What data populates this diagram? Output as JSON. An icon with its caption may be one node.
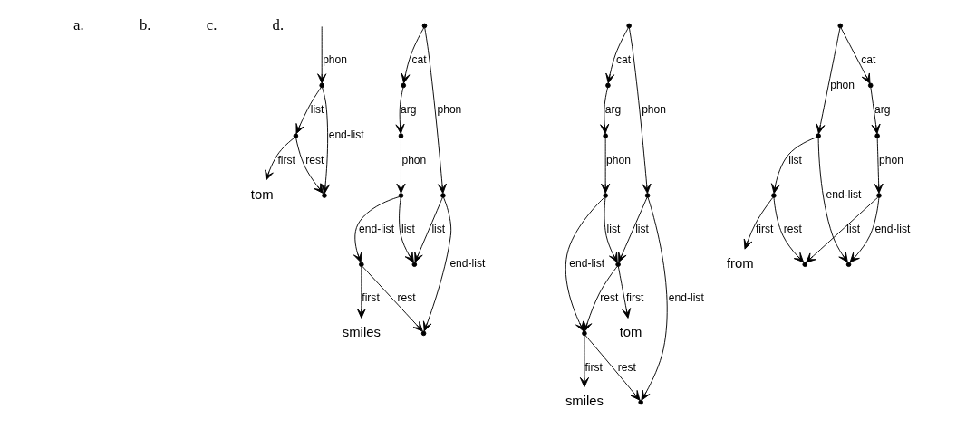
{
  "diagram": {
    "nodes": [
      {
        "text": [],
        "shape": "point"
      },
      {
        "text": [],
        "shape": "point"
      },
      {
        "text": [],
        "shape": "point"
      },
      {
        "text": [
          "tom"
        ]
      },
      {
        "text": [],
        "shape": "point"
      },
      {
        "text": [],
        "shape": "point"
      },
      {
        "text": [],
        "shape": "point"
      },
      {
        "text": [],
        "shape": "point"
      },
      {
        "text": [],
        "shape": "point"
      },
      {
        "text": [],
        "shape": "point"
      },
      {
        "text": [],
        "shape": "point"
      },
      {
        "text": [],
        "shape": "point"
      },
      {
        "text": [
          "smiles"
        ]
      },
      {
        "text": [],
        "shape": "point"
      },
      {
        "text": [],
        "shape": "point"
      },
      {
        "text": [],
        "shape": "point"
      },
      {
        "text": [],
        "shape": "point"
      },
      {
        "text": [],
        "shape": "point"
      },
      {
        "text": [],
        "shape": "point"
      },
      {
        "text": [
          "tom"
        ]
      },
      {
        "text": [],
        "shape": "point"
      },
      {
        "text": [],
        "shape": "point"
      },
      {
        "text": [
          "smiles"
        ]
      },
      {
        "text": [],
        "shape": "point"
      },
      {
        "text": [],
        "shape": "point"
      },
      {
        "text": [],
        "shape": "point"
      },
      {
        "text": [],
        "shape": "point"
      },
      {
        "text": [],
        "shape": "point"
      },
      {
        "text": [],
        "shape": "point"
      },
      {
        "text": [],
        "shape": "point"
      },
      {
        "text": [],
        "shape": "point"
      },
      {
        "text": [
          "from"
        ]
      }
    ],
    "edges": [
      {
        "from": null,
        "to": 0,
        "arrow": "to",
        "label": "phon"
      },
      {
        "from": 0,
        "to": 1,
        "arrow": "to",
        "label": "list"
      },
      {
        "from": 0,
        "to": 2,
        "arrow": "to",
        "label": "end-list"
      },
      {
        "from": 1,
        "to": 2,
        "arrow": "to",
        "label": "rest"
      },
      {
        "from": 1,
        "to": 3,
        "arrow": "to",
        "label": "first"
      },
      {
        "from": 4,
        "to": 5,
        "arrow": "to",
        "label": "cat"
      },
      {
        "from": 5,
        "to": 6,
        "arrow": "to",
        "label": "arg"
      },
      {
        "from": 4,
        "to": 7,
        "arrow": "to",
        "label": "phon"
      },
      {
        "from": 6,
        "to": 8,
        "arrow": "to",
        "label": "phon"
      },
      {
        "from": 7,
        "to": 9,
        "arrow": "to",
        "label": "list"
      },
      {
        "from": 8,
        "to": 9,
        "arrow": "to",
        "label": "list"
      },
      {
        "from": 7,
        "to": 10,
        "arrow": "to",
        "label": "end-list"
      },
      {
        "from": 8,
        "to": 11,
        "arrow": "to",
        "label": "end-list"
      },
      {
        "from": 11,
        "to": 10,
        "arrow": "to",
        "label": "rest"
      },
      {
        "from": 11,
        "to": 12,
        "arrow": "to",
        "label": "first"
      },
      {
        "from": 13,
        "to": 14,
        "arrow": "to",
        "label": "cat"
      },
      {
        "from": 14,
        "to": 15,
        "arrow": "to",
        "label": "arg"
      },
      {
        "from": 13,
        "to": 16,
        "arrow": "to",
        "label": "phon"
      },
      {
        "from": 15,
        "to": 17,
        "arrow": "to",
        "label": "phon"
      },
      {
        "from": 16,
        "to": 18,
        "arrow": "to",
        "label": "list"
      },
      {
        "from": 17,
        "to": 18,
        "arrow": "to",
        "label": "list"
      },
      {
        "from": 18,
        "to": 19,
        "arrow": "to",
        "label": "first"
      },
      {
        "from": 16,
        "to": 20,
        "arrow": "to",
        "label": "end-list"
      },
      {
        "from": 17,
        "to": 21,
        "arrow": "to",
        "label": "end-list"
      },
      {
        "from": 18,
        "to": 21,
        "arrow": "to",
        "label": "rest"
      },
      {
        "from": 21,
        "to": 20,
        "arrow": "to",
        "label": "rest"
      },
      {
        "from": 21,
        "to": 22,
        "arrow": "to",
        "label": "first"
      },
      {
        "from": 23,
        "to": 24,
        "arrow": "to",
        "label": "cat"
      },
      {
        "from": 24,
        "to": 25,
        "arrow": "to",
        "label": "arg"
      },
      {
        "from": 23,
        "to": 26,
        "arrow": "to",
        "label": "phon"
      },
      {
        "from": 25,
        "to": 27,
        "arrow": "to",
        "label": "phon"
      },
      {
        "from": 26,
        "to": 28,
        "arrow": "to",
        "label": "end-list"
      },
      {
        "from": 27,
        "to": 28,
        "arrow": "to",
        "label": "end-list"
      },
      {
        "from": 26,
        "to": 29,
        "arrow": "to",
        "label": "list"
      },
      {
        "from": 29,
        "to": 30,
        "arrow": "to",
        "label": "rest"
      },
      {
        "from": 27,
        "to": 30,
        "arrow": "to",
        "label": "list"
      },
      {
        "from": 29,
        "to": 31,
        "arrow": "to",
        "label": "first"
      }
    ],
    "labels": [
      "a.",
      "b.",
      "c.",
      "d."
    ]
  }
}
